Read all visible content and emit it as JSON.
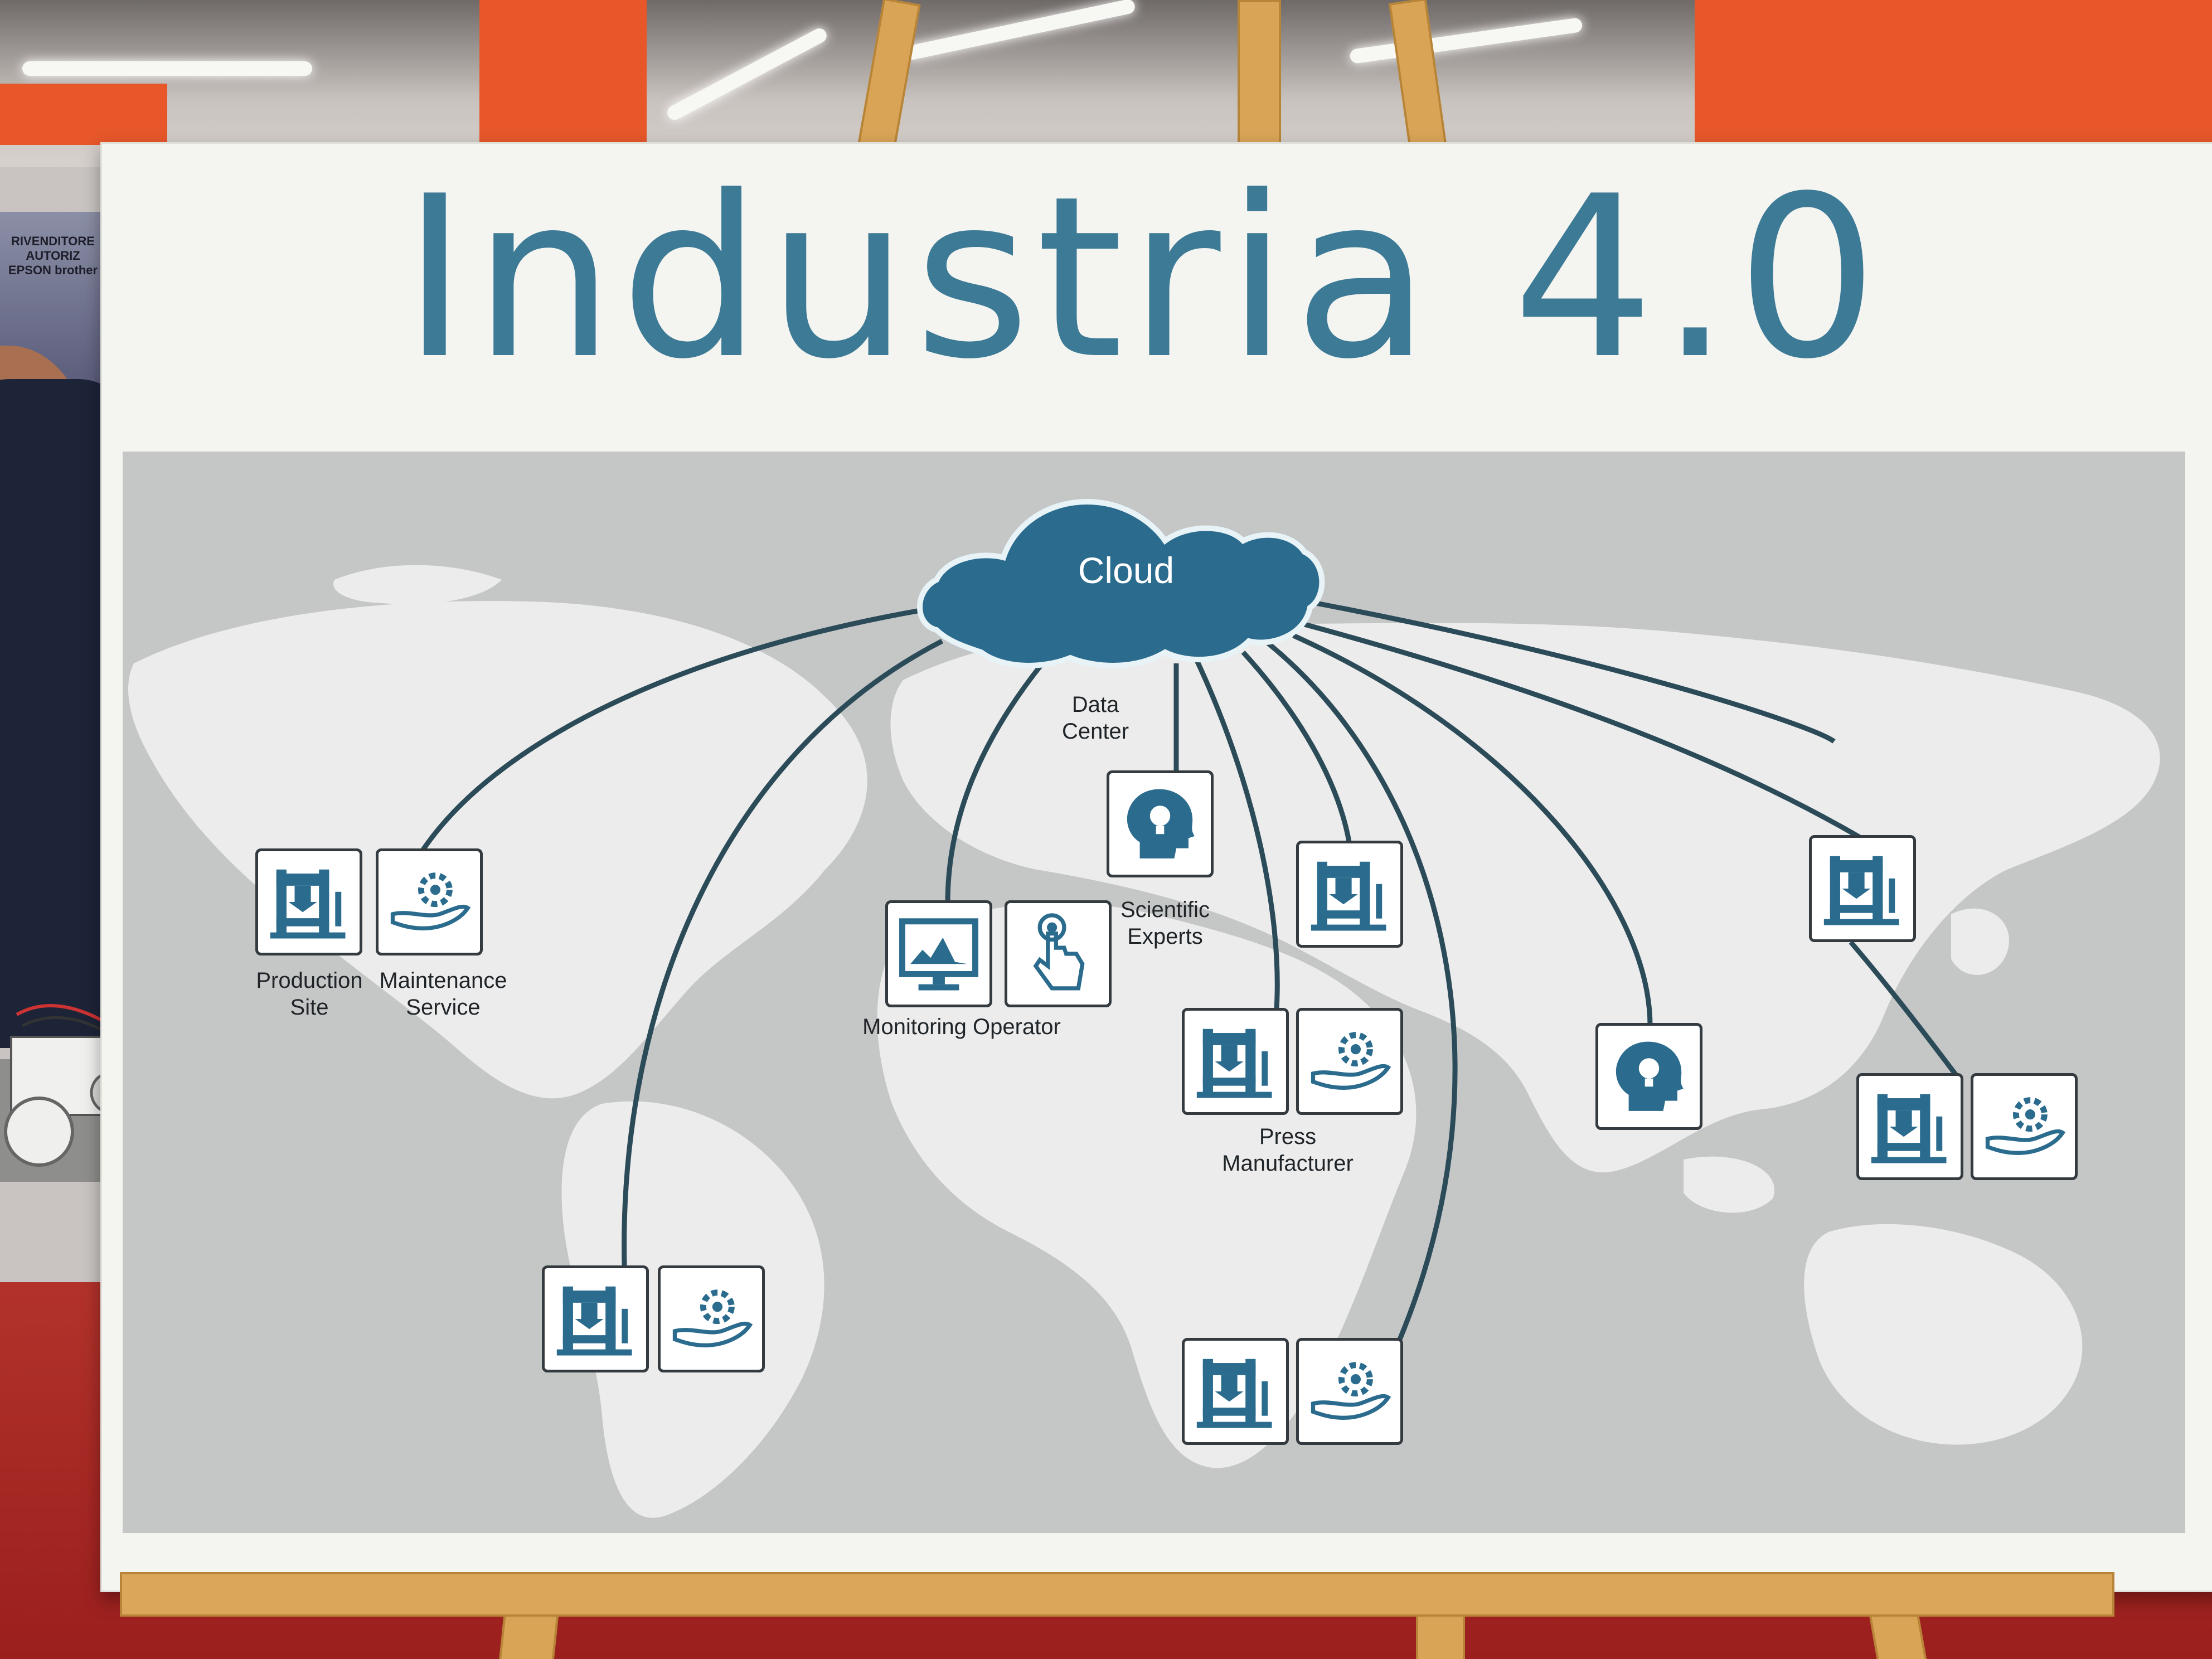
{
  "poster": {
    "title": "Industria 4.0"
  },
  "map": {
    "cloud": "Cloud",
    "data_center": "Data Center",
    "scientific_experts": "Scientific Experts",
    "production_site": "Production Site",
    "maintenance_service": "Maintenance Service",
    "monitoring_operator": "Monitoring Operator",
    "press_manufacturer": "Press Manufacturer"
  },
  "colors": {
    "title_blue": "#3d7a96",
    "icon_blue": "#2b6c8e",
    "line_dark": "#2c4b59",
    "map_gray": "#c5c6c6",
    "continent_light": "#ececec"
  },
  "icons": [
    "cloud-icon",
    "press-machine-icon",
    "maintenance-hand-gear-icon",
    "monitor-chart-icon",
    "touch-hand-icon",
    "head-lightbulb-icon"
  ]
}
